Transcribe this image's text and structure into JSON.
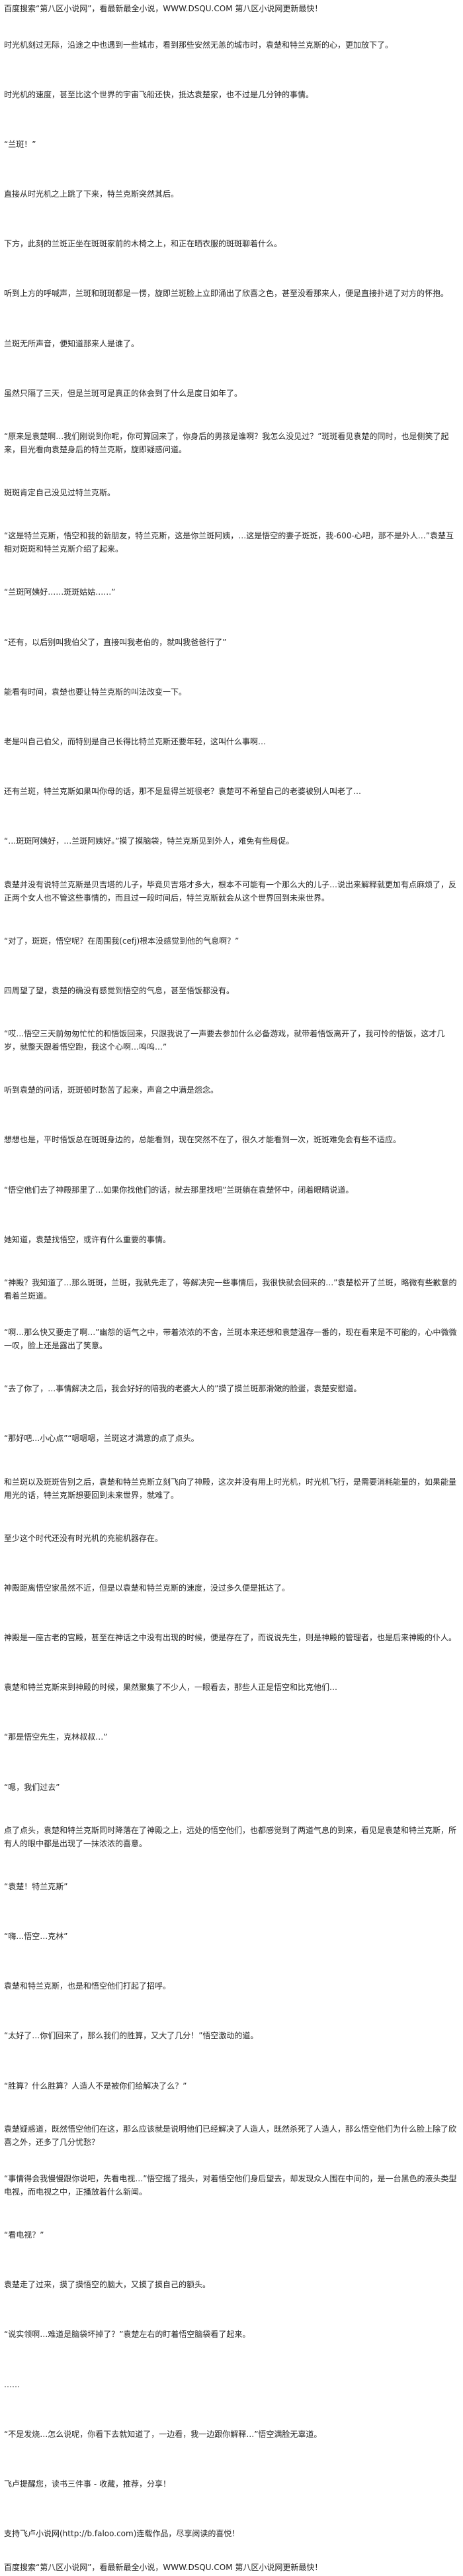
{
  "header": "百度搜索“第八区小说网”，看最新最全小说，WWW.DSQU.COM 第八区小说网更新最快！",
  "footer": "百度搜索“第八区小说网”，看最新最全小说，WWW.DSQU.COM 第八区小说网更新最快！",
  "paragraphs": [
    "时光机刻过无际，沿途之中也遇到一些城市，看到那些安然无恙的城市时，袁楚和特兰克斯的心，更加放下了。",
    "时光机的速度，甚至比这个世界的宇宙飞船还快，抵达袁楚家，也不过是几分钟的事情。",
    "“兰斑！”",
    "直接从时光机之上跳了下来，特兰克斯突然其后。",
    "下方，此刻的兰斑正坐在斑斑家前的木椅之上，和正在晒衣服的斑斑聊着什么。",
    "听到上方的呼喊声，兰斑和斑斑都是一愣，旋即兰斑脸上立即涌出了欣喜之色，甚至没看那来人，便是直接扑进了对方的怀抱。",
    "兰斑无所声音，便知道那来人是谁了。",
    "虽然只隔了三天，但是兰斑可是真正的体会到了什么是度日如年了。",
    "“原来是袁楚啊…我们刚说到你呢，你可算回来了，你身后的男孩是谁啊？我怎么没见过？”斑斑看见袁楚的同时，也是侧笑了起来，目光看向袁楚身后的特兰克斯，旋即疑惑问道。",
    "斑斑肯定自己没见过特兰克斯。",
    "“这是特兰克斯，悟空和我的新朋友，特兰克斯，这是你兰斑阿姨，…这是悟空的妻子斑斑，我-600-心吧，那不是外人…”袁楚互相对斑斑和特兰克斯介绍了起来。",
    "“兰斑阿姨好……斑斑姑姑……”",
    "“还有，以后别叫我伯父了，直接叫我老伯的，就叫我爸爸行了”",
    "能看有时间，袁楚也要让特兰克斯的叫法改变一下。",
    "老是叫自己伯父，而特别是自己长得比特兰克斯还要年轻，这叫什么事啊…",
    "还有兰斑，特兰克斯如果叫你母的话，那不是显得兰斑很老？袁楚可不希望自己的老婆被别人叫老了…",
    "“…斑斑阿姨好，…兰斑阿姨好。”摸了摸脑袋，特兰克斯见到外人，难免有些局促。",
    "袁楚并没有说特兰克斯是贝吉塔的儿子，毕竟贝吉塔才多大，根本不可能有一个那么大的儿子…说出来解释就更加有点麻烦了，反正两个女人也不管这些事情的，而且过一段时间后，特兰克斯就会从这个世界回到未来世界。",
    "“对了，斑斑，悟空呢？在周围我(cefj)根本没感觉到他的气息啊？”",
    "四周望了望，袁楚的确没有感觉到悟空的气息，甚至悟饭都没有。",
    "“哎…悟空三天前匆匆忙忙的和悟饭回来，只跟我说了一声要去参加什么必备游戏，就带着悟饭离开了，我可怜的悟饭，这才几岁，就整天跟着悟空跑，我这个心啊…呜呜…”",
    "听到袁楚的问话，斑斑顿时愁苦了起来，声音之中满是怨念。",
    "想想也是，平时悟饭总在斑斑身边的，总能看到，现在突然不在了，很久才能看到一次，斑斑难免会有些不适应。",
    "“悟空他们去了神殿那里了…如果你找他们的话，就去那里找吧”兰斑躺在袁楚怀中，闭着眼睛说道。",
    "她知道，袁楚找悟空，或许有什么重要的事情。",
    "“神殿？我知道了…那么斑斑，兰斑，我就先走了，等解决完一些事情后，我很快就会回来的…”袁楚松开了兰斑，略微有些歉意的看着兰斑道。",
    "“啊…那么快又要走了啊…”幽怨的语气之中，带着浓浓的不舍，兰斑本来还想和袁楚温存一番的，现在看来是不可能的，心中微微一叹，脸上还是露出了笑意。",
    "“去了你了，…事情解决之后，我会好好的陪我的老婆大人的”摸了摸兰斑那滑嫩的脸蛋，袁楚安慰道。",
    "“那好吧…小心点”“嗯嗯嗯，兰斑这才满意的点了点头。",
    "和兰斑以及斑斑告别之后，袁楚和特兰克斯立刻飞向了神殿，这次并没有用上时光机，时光机飞行，是需要消耗能量的，如果能量用光的话，特兰克斯想要回到未来世界，就难了。",
    "至少这个时代还没有时光机的充能机器存在。",
    "神殿距离悟空家虽然不近，但是以袁楚和特兰克斯的速度，没过多久便是抵达了。",
    "神殿是一座古老的宫殿，甚至在神话之中没有出现的时候，便是存在了，而说说先生，则是神殿的管理者，也是后来神殿的仆人。",
    "袁楚和特兰克斯来到神殿的时候，果然聚集了不少人，一眼看去，那些人正是悟空和比克他们…",
    "“那是悟空先生，克林叔叔…”",
    "“嗯，我们过去”",
    "点了点头，袁楚和特兰克斯同时降落在了神殿之上，远处的悟空他们，也都感觉到了两道气息的到来，看见是袁楚和特兰克斯，所有人的眼中都是出现了一抹浓浓的喜意。",
    "“袁楚！特兰克斯”",
    "“嗨…悟空…克林”",
    "袁楚和特兰克斯，也是和悟空他们打起了招呼。",
    "“太好了…你们回来了，那么我们的胜算，又大了几分！”悟空激动的道。",
    "“胜算？什么胜算？人造人不是被你们给解决了么？”",
    "袁楚疑惑道，既然悟空他们在这，那么应该就是说明他们已经解决了人造人，既然杀死了人造人，那么悟空他们为什么脸上除了欣喜之外，还多了几分忧愁？",
    "“事情得会我慢慢跟你说吧，先看电视…”悟空摇了摇头，对着悟空他们身后望去，却发现众人围在中间的，是一台黑色的液头类型电视，而电视之中，正播放着什么新闻。",
    "“看电视？”",
    "袁楚走了过来，摸了摸悟空的脑大，又摸了摸自己的额头。",
    "“说实领啊…难道是脑袋坏掉了？”袁楚左右的盯着悟空脑袋看了起来。",
    "……",
    "“不是发烧…怎么说呢，你看下去就知道了，一边看，我一边跟你解释…”悟空满脸无辜道。",
    "飞卢提醒您，读书三件事 - 收藏，推荐，分享！",
    "支持飞卢小说网(http://b.faloo.com)连载作品，尽享阅读的喜悦！"
  ]
}
